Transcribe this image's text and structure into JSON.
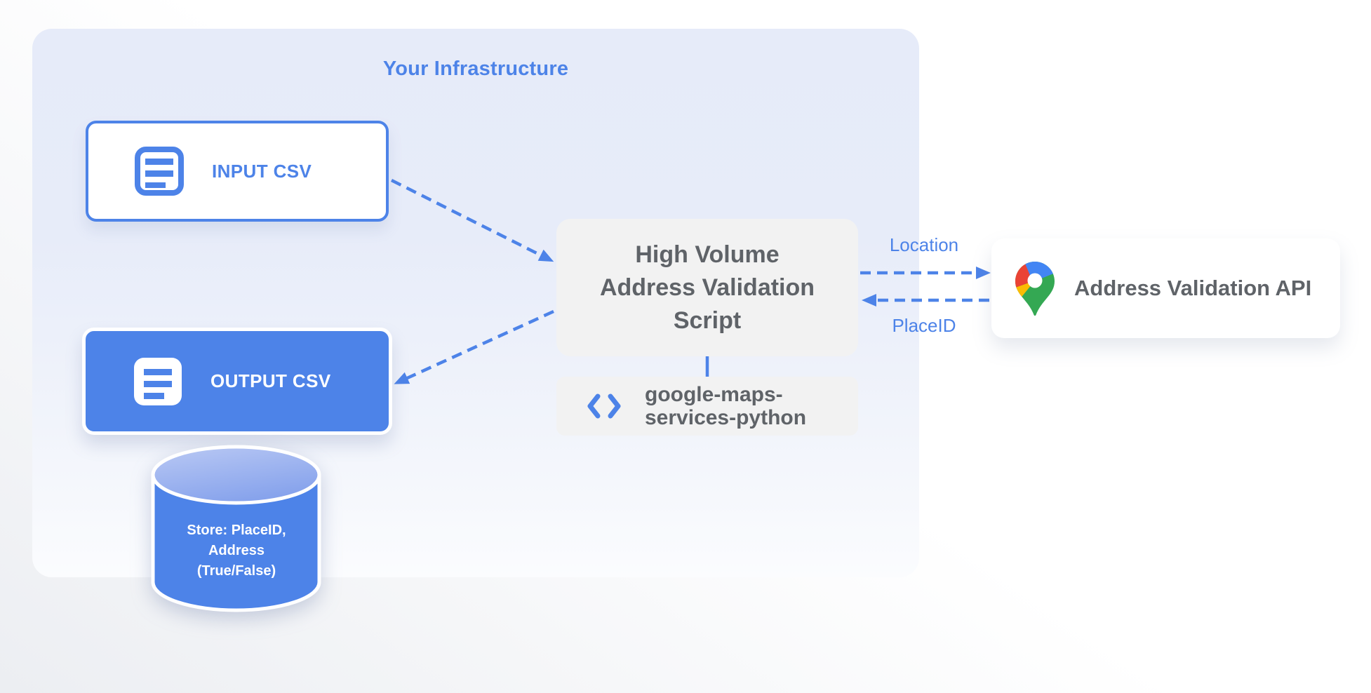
{
  "infrastructure": {
    "title": "Your Infrastructure"
  },
  "nodes": {
    "input_csv": {
      "label": "INPUT CSV"
    },
    "output_csv": {
      "label": "OUTPUT CSV"
    },
    "datastore": {
      "lines": [
        "Store: PlaceID,",
        "Address",
        "(True/False)"
      ]
    },
    "script": {
      "lines": [
        "High Volume",
        "Address Validation",
        "Script"
      ]
    },
    "library": {
      "label": "google-maps-services-python",
      "lines": [
        "google-maps-",
        "services-python"
      ]
    },
    "api": {
      "label": "Address Validation API"
    }
  },
  "edges": {
    "location_label": "Location",
    "placeid_label": "PlaceID"
  },
  "icons": {
    "input_csv": "document-icon",
    "output_csv": "document-icon",
    "library": "code-icon",
    "api": "google-maps-pin-icon"
  },
  "colors": {
    "accent_blue": "#4d83e8",
    "box_gray": "#f2f2f2",
    "text_dark": "#5f6368",
    "pin_red": "#ea4335",
    "pin_blue": "#4285f4",
    "pin_yellow": "#fbbc04",
    "pin_green": "#34a853"
  }
}
